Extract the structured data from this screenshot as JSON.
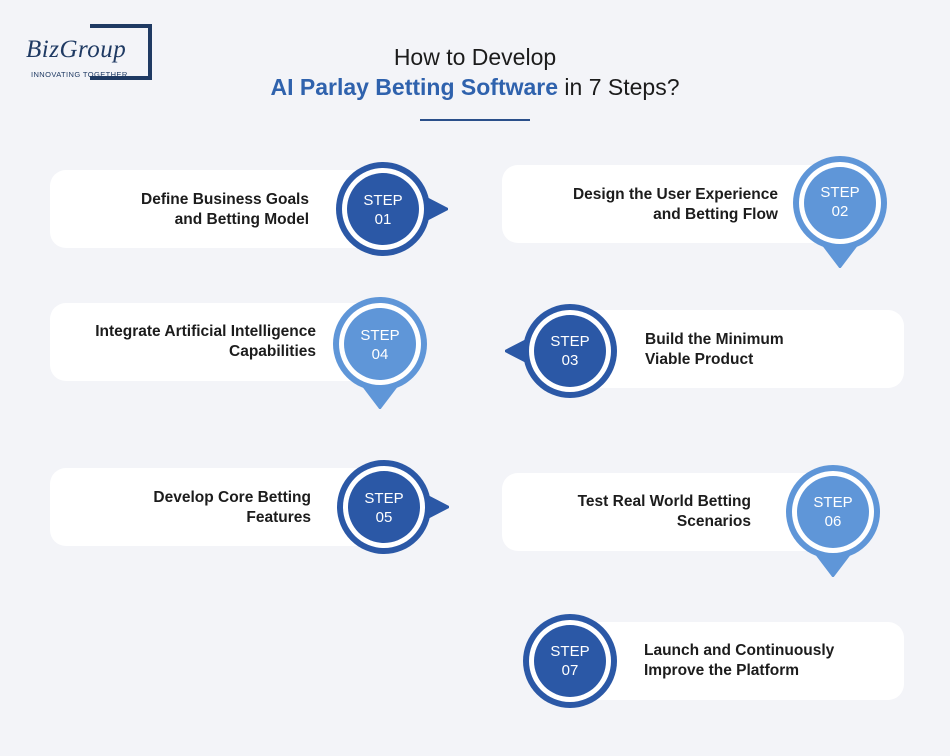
{
  "brand": {
    "name": "BizGroup",
    "tagline": "INNOVATING TOGETHER"
  },
  "title": {
    "line1": "How to Develop",
    "highlight": "AI Parlay Betting Software",
    "suffix": " in 7 Steps?"
  },
  "colors": {
    "dark_blue": "#2b58a6",
    "light_blue": "#5f96d8",
    "highlight": "#2f62ad",
    "background": "#f3f4f8"
  },
  "steps": [
    {
      "step": "STEP",
      "num": "01",
      "line1": "Define Business Goals",
      "line2": "and Betting Model",
      "style": "dark",
      "arrow": "right"
    },
    {
      "step": "STEP",
      "num": "02",
      "line1": "Design the User Experience",
      "line2": "and Betting Flow",
      "style": "light",
      "arrow": "down"
    },
    {
      "step": "STEP",
      "num": "03",
      "line1": "Build the Minimum",
      "line2": "Viable Product",
      "style": "dark",
      "arrow": "left"
    },
    {
      "step": "STEP",
      "num": "04",
      "line1": "Integrate Artificial Intelligence",
      "line2": "Capabilities",
      "style": "light",
      "arrow": "down"
    },
    {
      "step": "STEP",
      "num": "05",
      "line1": "Develop Core Betting",
      "line2": "Features",
      "style": "dark",
      "arrow": "right"
    },
    {
      "step": "STEP",
      "num": "06",
      "line1": "Test Real World Betting",
      "line2": "Scenarios",
      "style": "light",
      "arrow": "down"
    },
    {
      "step": "STEP",
      "num": "07",
      "line1": "Launch and Continuously",
      "line2": "Improve the Platform",
      "style": "dark",
      "arrow": "none"
    }
  ]
}
